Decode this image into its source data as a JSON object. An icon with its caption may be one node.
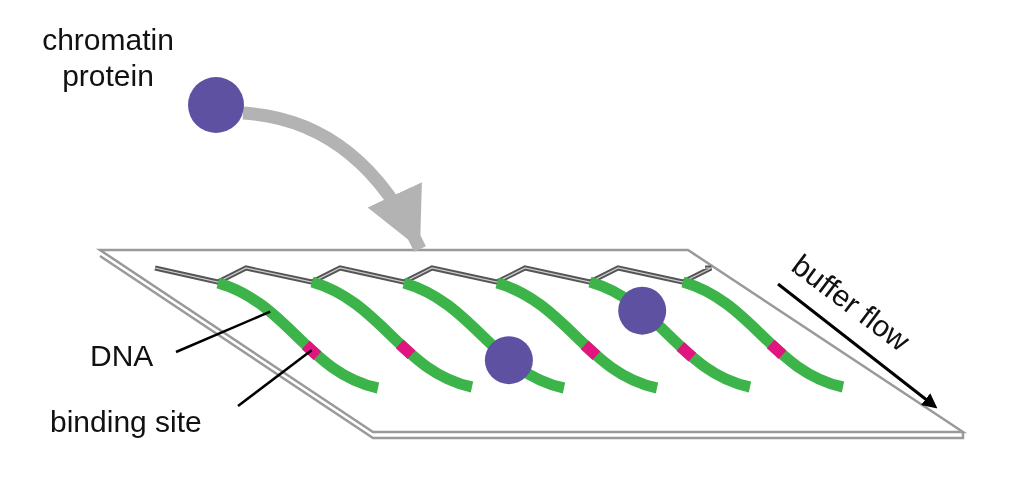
{
  "diagram": {
    "nodes": [
      {
        "text": [
          "chromatin protein"
        ]
      },
      {
        "text": [],
        "shape": "circle"
      },
      {
        "text": [],
        "shape": "box"
      },
      {
        "text": [
          "DNA"
        ]
      },
      {
        "text": [],
        "shape": "bar",
        "in": 2
      },
      {
        "text": [
          "binding site"
        ]
      },
      {
        "text": [],
        "shape": "bar",
        "in": 4
      }
    ],
    "edges": [
      {
        "from": 1,
        "to": 2,
        "arrow": "to",
        "style": "thick",
        "color": "#b3b3b3"
      },
      {
        "from": 3,
        "to": 4,
        "arrow": "none"
      },
      {
        "from": 5,
        "to": 6,
        "arrow": "none"
      }
    ],
    "labels": [
      "buffer flow"
    ]
  }
}
